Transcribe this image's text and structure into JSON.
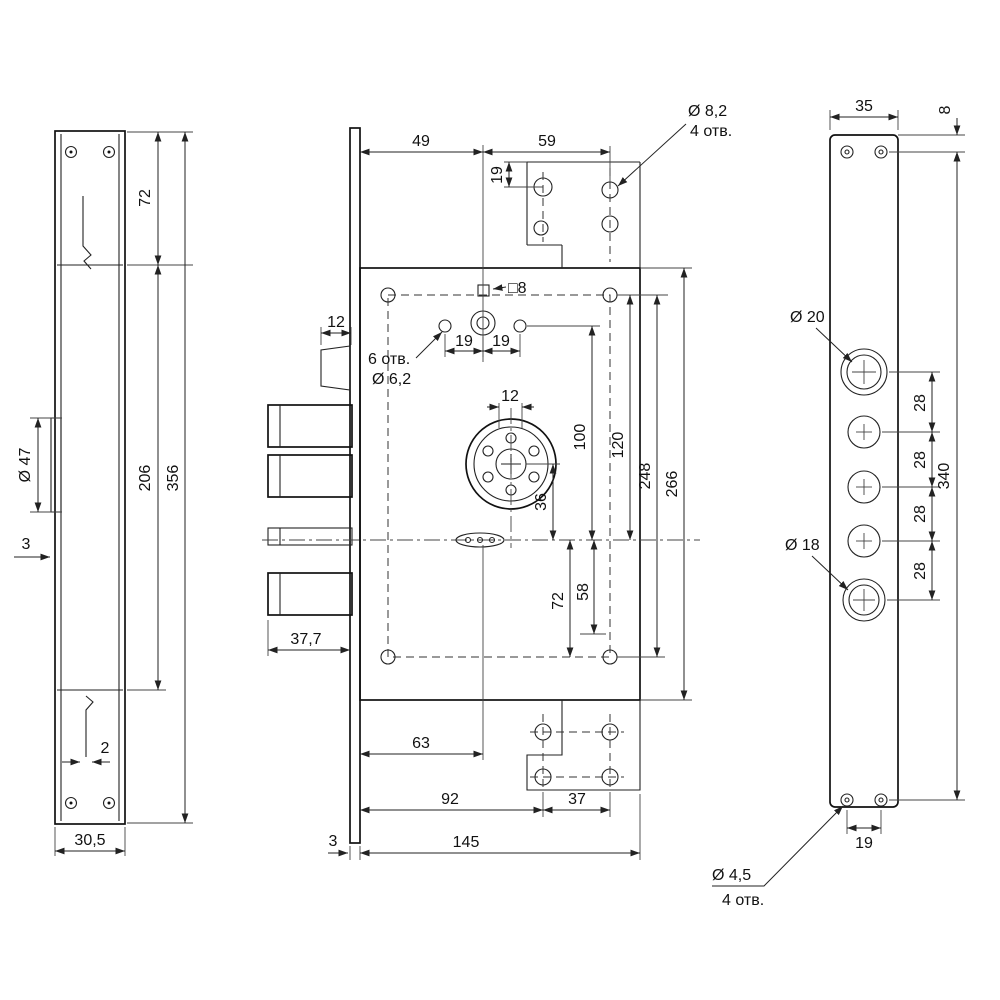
{
  "left": {
    "d72": "72",
    "d206": "206",
    "d356": "356",
    "d47": "Ø 47",
    "d3": "3",
    "d2": "2",
    "d30_5": "30,5"
  },
  "center": {
    "d49": "49",
    "d59": "59",
    "d19_top": "19",
    "hole_top_dia": "Ø 8,2",
    "hole_top_count": "4 отв.",
    "square8": "□8",
    "d12_plate": "12",
    "holes6_count": "6 отв.",
    "holes6_dia": "Ø 6,2",
    "d19_left": "19",
    "d19_right": "19",
    "d12_cyl": "12",
    "d100": "100",
    "d120": "120",
    "d248": "248",
    "d266": "266",
    "d36": "36",
    "d72": "72",
    "d58": "58",
    "d37_7": "37,7",
    "d63": "63",
    "d92": "92",
    "d37": "37",
    "d3": "3",
    "d145": "145"
  },
  "right": {
    "d35": "35",
    "d8": "8",
    "d20": "Ø 20",
    "d18": "Ø 18",
    "d28_1": "28",
    "d28_2": "28",
    "d28_3": "28",
    "d28_4": "28",
    "d340": "340",
    "d19": "19",
    "hole_dia": "Ø 4,5",
    "hole_count": "4 отв."
  }
}
